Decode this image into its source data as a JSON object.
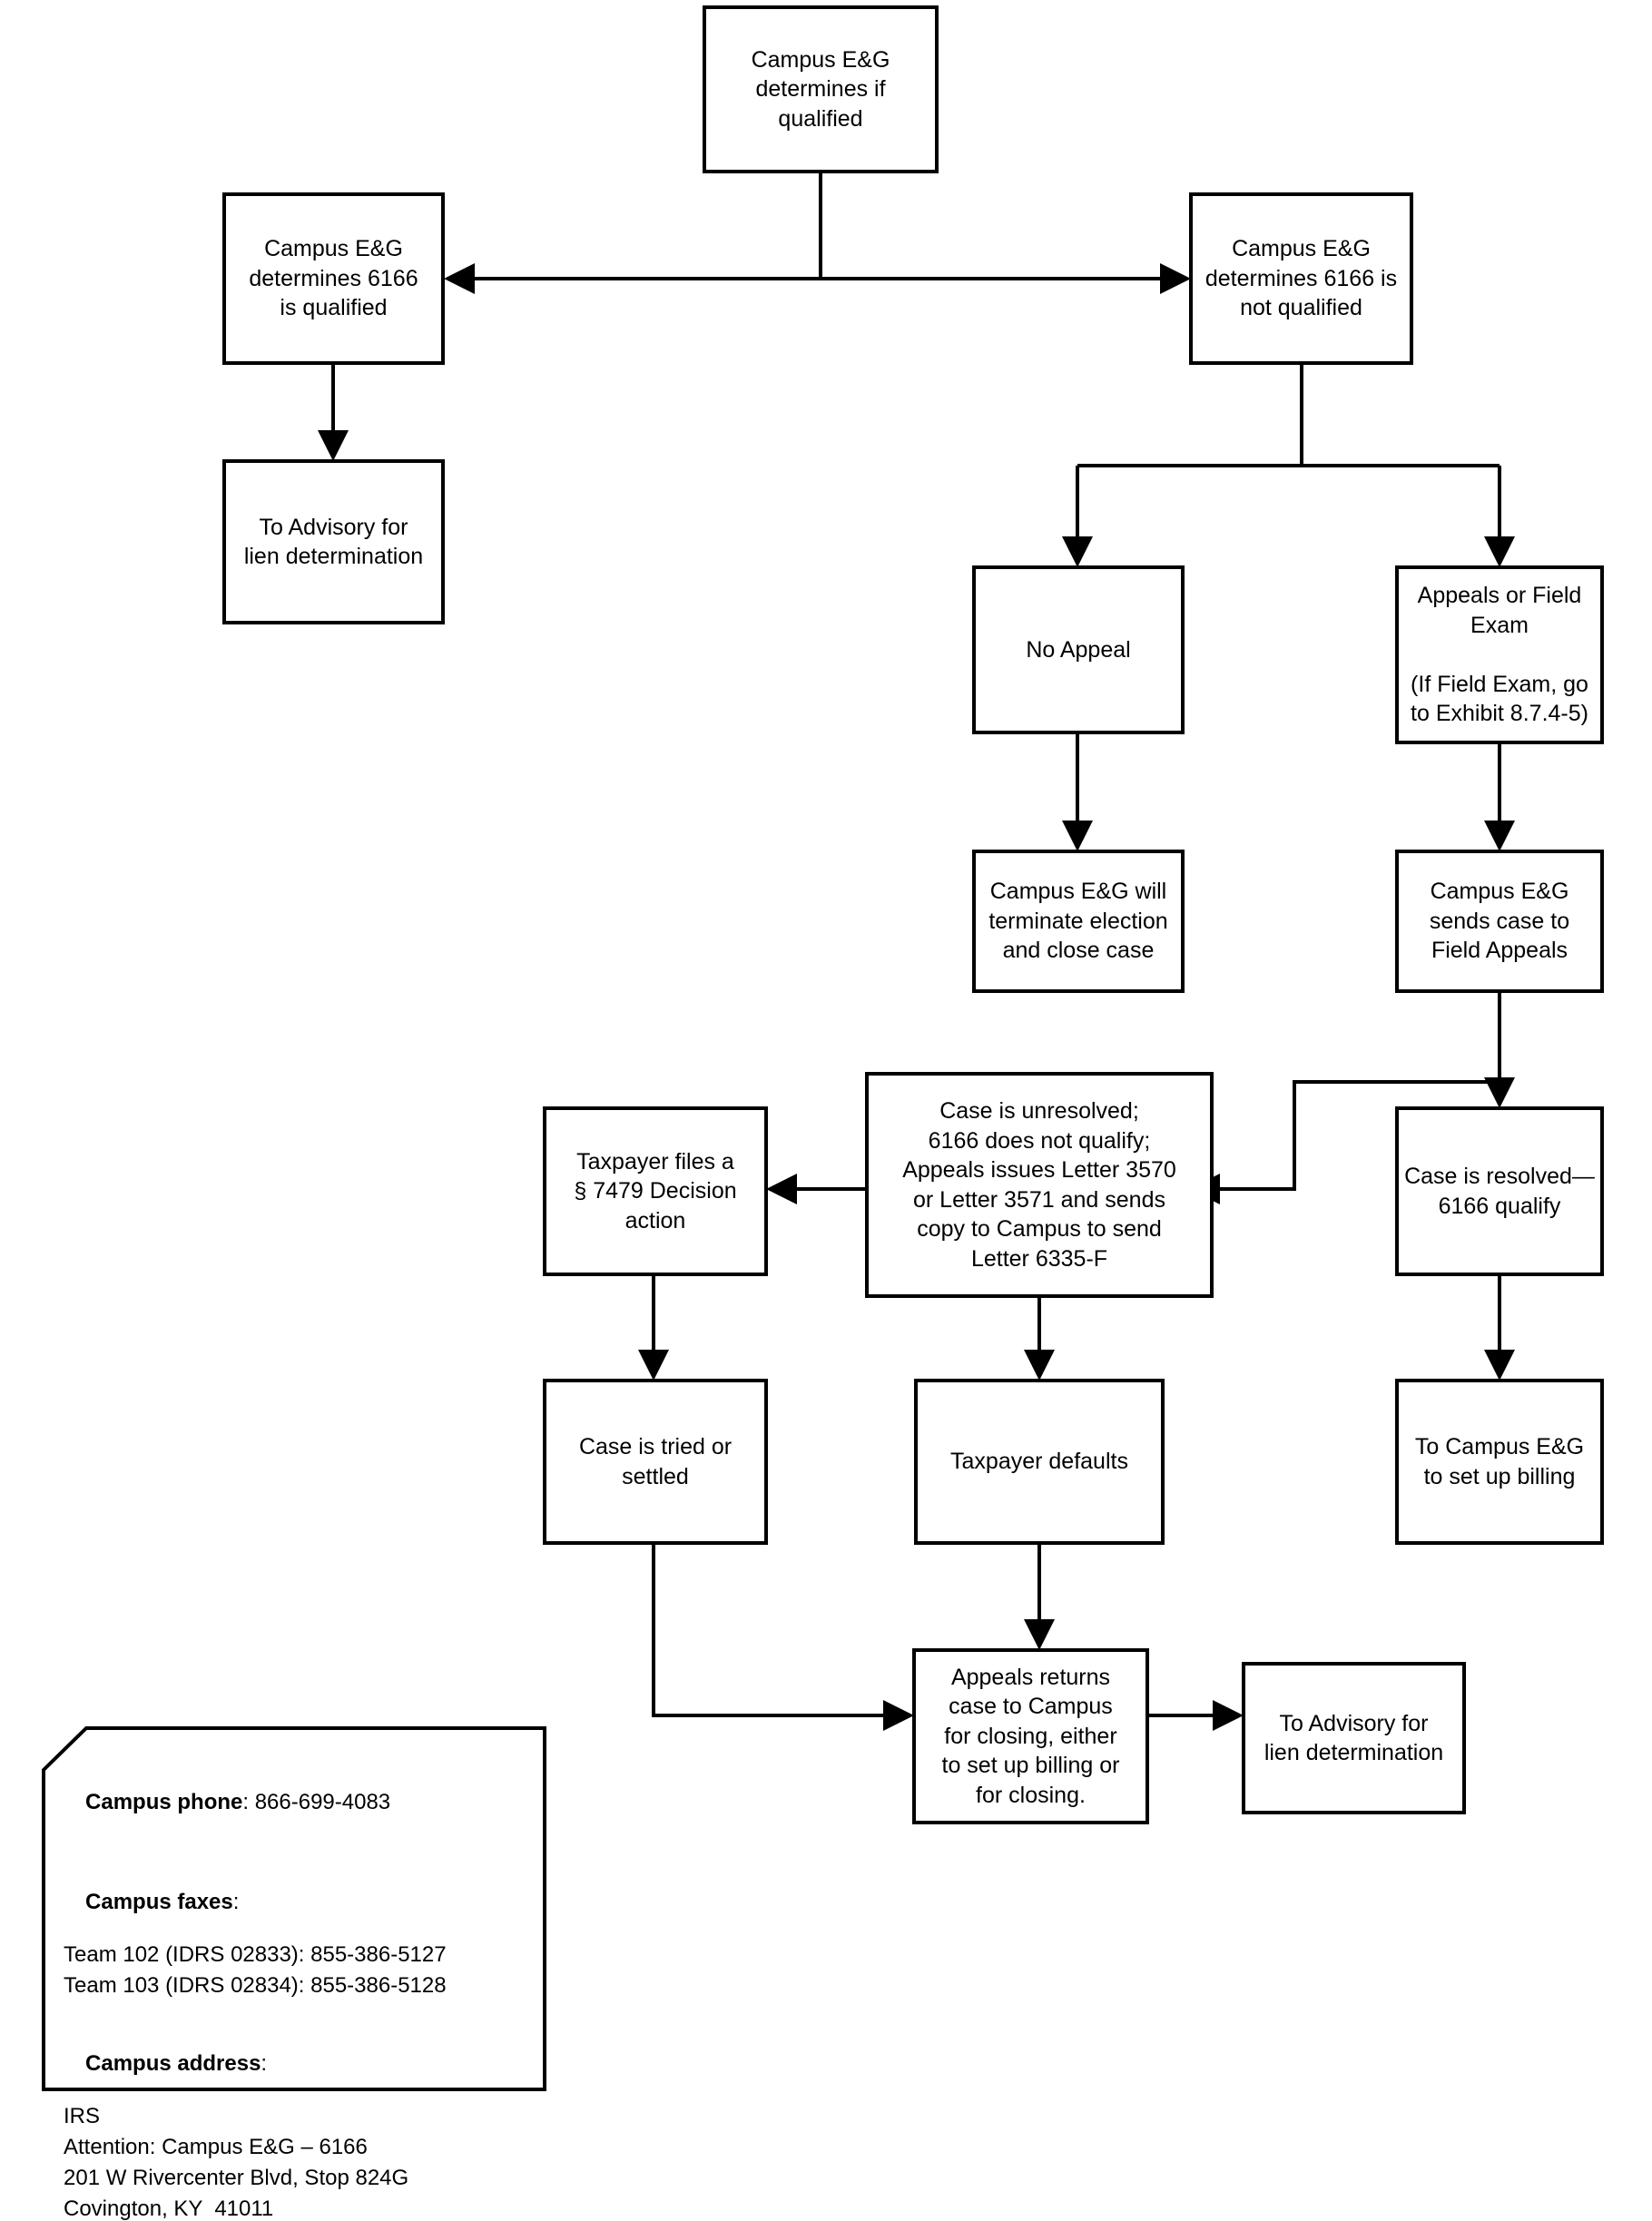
{
  "diagram": {
    "title": "Campus E&G 6166 election processing flowchart",
    "line_color": "#000000",
    "box_fill": "#ffffff",
    "nodes": [
      {
        "id": "determine",
        "text": "Campus E&G\ndetermines if\nqualified"
      },
      {
        "id": "qualified",
        "text": "Campus E&G\ndetermines 6166\nis qualified"
      },
      {
        "id": "not_qualified",
        "text": "Campus E&G\ndetermines 6166 is\nnot qualified"
      },
      {
        "id": "advisory_lien_1",
        "text": "To Advisory for\nlien determination"
      },
      {
        "id": "no_appeal",
        "text": "No Appeal"
      },
      {
        "id": "appeals_field",
        "text": "Appeals or Field\nExam\n\n(If Field Exam, go\nto Exhibit 8.7.4-5)"
      },
      {
        "id": "terminate",
        "text": "Campus E&G will\nterminate election\nand close case"
      },
      {
        "id": "sends_case",
        "text": "Campus E&G\nsends case to\nField Appeals"
      },
      {
        "id": "unresolved",
        "text": "Case is unresolved;\n6166 does not qualify;\nAppeals issues Letter 3570\nor Letter 3571 and sends\ncopy to Campus to send\nLetter 6335-F"
      },
      {
        "id": "decision_action",
        "text": "Taxpayer files a\n§ 7479 Decision\naction"
      },
      {
        "id": "resolved",
        "text": "Case is resolved—\n6166 qualify"
      },
      {
        "id": "tried_settled",
        "text": "Case is tried or\nsettled"
      },
      {
        "id": "defaults",
        "text": "Taxpayer defaults"
      },
      {
        "id": "setup_billing",
        "text": "To Campus E&G\nto set up billing"
      },
      {
        "id": "returns_case",
        "text": "Appeals returns\ncase to Campus\nfor closing, either\nto set up billing or\nfor closing."
      },
      {
        "id": "advisory_lien_2",
        "text": "To Advisory for\nlien determination"
      }
    ]
  },
  "legend": {
    "phone_label": "Campus phone",
    "phone_value": ": 866-699-4083",
    "faxes_label": "Campus faxes",
    "faxes_colon": ":",
    "fax_lines": [
      "Team 102 (IDRS 02833): 855-386-5127",
      "Team 103 (IDRS 02834): 855-386-5128"
    ],
    "address_label": "Campus address",
    "address_colon": ":",
    "address_lines": [
      "IRS",
      "Attention: Campus E&G – 6166",
      "201 W Rivercenter Blvd, Stop 824G",
      "Covington, KY  41011"
    ]
  }
}
